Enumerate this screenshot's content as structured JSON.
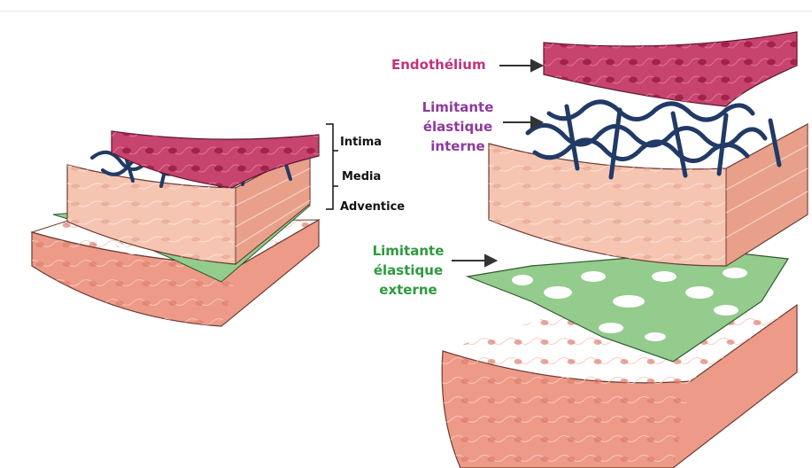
{
  "left_diagram": {
    "labels": {
      "intima": "Intima",
      "media": "Media",
      "adventice": "Adventice"
    }
  },
  "right_diagram": {
    "labels": {
      "endothelium": "Endothélium",
      "lei_line1": "Limitante",
      "lei_line2": "élastique",
      "lei_line3": "interne",
      "lee_line1": "Limitante",
      "lee_line2": "élastique",
      "lee_line3": "externe"
    }
  },
  "colors": {
    "endothelium": "#c7446f",
    "endothelium_nucleus": "#9a1d46",
    "internal_elastic": "#213a66",
    "media": "#f6c5b2",
    "external_elastic": "#93cc8c",
    "adventitia": "#ee9a88",
    "label_endothelium": "#c0337a",
    "label_lei": "#8e3a9e",
    "label_lee": "#2e9a3e"
  }
}
